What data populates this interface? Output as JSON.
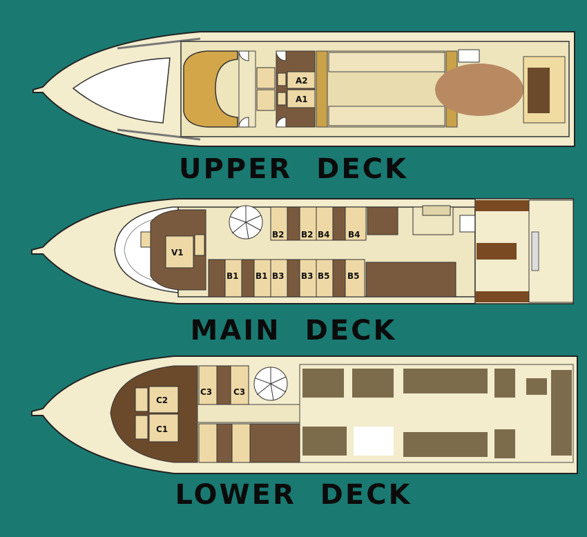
{
  "colors": {
    "background": "#1a7a72",
    "hull": "#f3eccd",
    "hull_outline": "#222222",
    "deck_floor": "#e9e0b6",
    "cabin": "#eed9a6",
    "wood": "#7a5a3e",
    "dark_wood": "#6b4a2c",
    "gold": "#caa24a",
    "furniture": "#7c6c4c",
    "table_oval": "#b98a62"
  },
  "decks": [
    {
      "id": "upper",
      "title": "UPPER DECK",
      "cabins": [
        "A2",
        "A1"
      ]
    },
    {
      "id": "main",
      "title": "MAIN DECK",
      "cabins_top": [
        "B2",
        "B2",
        "B4",
        "B4"
      ],
      "cabins_bottom": [
        "B1",
        "B1",
        "B3",
        "B3",
        "B5",
        "B5"
      ],
      "suite": "V1"
    },
    {
      "id": "lower",
      "title": "LOWER DECK",
      "cabins_bow": [
        "C2",
        "C1"
      ],
      "cabins_mid": [
        "C3",
        "C3"
      ]
    }
  ]
}
